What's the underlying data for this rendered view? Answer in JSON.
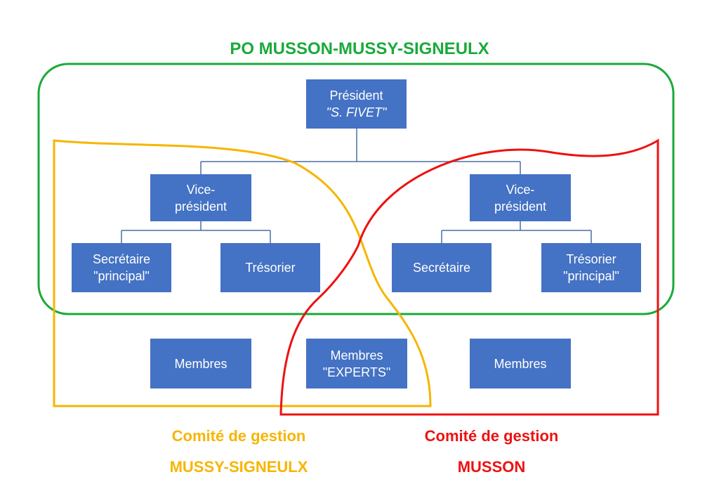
{
  "title": "PO MUSSON-MUSSY-SIGNEULX",
  "colors": {
    "po_group": "#1aaa3a",
    "mussy_group": "#f7b500",
    "musson_group": "#ee1111",
    "box_fill": "#4472c4",
    "connector": "#4a6fa5",
    "box_text": "#ffffff"
  },
  "boxes": {
    "president": {
      "line1": "Président",
      "line2": "\"S. FIVET\""
    },
    "vp_left": {
      "line1": "Vice-",
      "line2": "président"
    },
    "vp_right": {
      "line1": "Vice-",
      "line2": "président"
    },
    "sec_left": {
      "line1": "Secrétaire",
      "line2": "\"principal\""
    },
    "tres_left": {
      "line1": "Trésorier"
    },
    "sec_right": {
      "line1": "Secrétaire"
    },
    "tres_right": {
      "line1": "Trésorier",
      "line2": "\"principal\""
    },
    "mem_left": {
      "line1": "Membres"
    },
    "mem_experts": {
      "line1": "Membres",
      "line2": "\"EXPERTS\""
    },
    "mem_right": {
      "line1": "Membres"
    }
  },
  "labels": {
    "mussy_line1": "Comité de gestion",
    "mussy_line2": "MUSSY-SIGNEULX",
    "musson_line1": "Comité de gestion",
    "musson_line2": "MUSSON"
  }
}
